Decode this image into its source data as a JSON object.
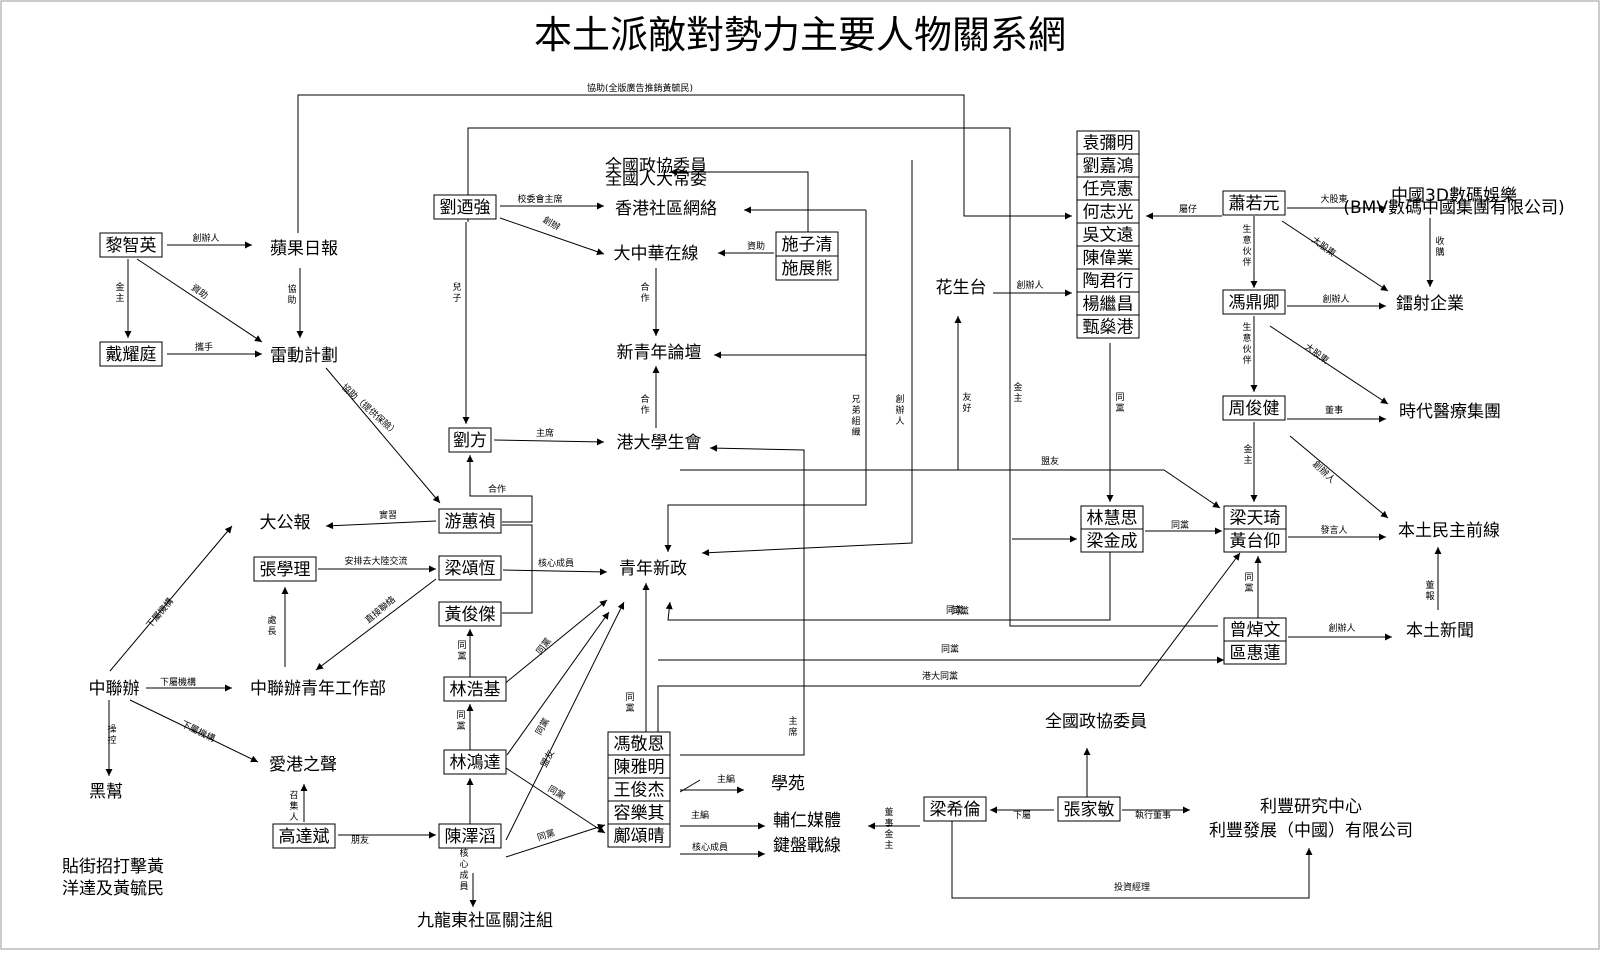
{
  "title": "本土派敵對勢力主要人物關系網",
  "nodes": {
    "n1": [
      "黎智英"
    ],
    "n2": [
      "蘋果日報"
    ],
    "n3": [
      "戴耀庭"
    ],
    "n4": [
      "雷動計劃"
    ],
    "n5": [
      "劉迺強"
    ],
    "n6": [
      "全國政協委員",
      "全國人大常委"
    ],
    "n7": [
      "香港社區網絡"
    ],
    "n8": [
      "大中華在線"
    ],
    "n9": [
      "施子清",
      "施展熊"
    ],
    "n10": [
      "新青年論壇"
    ],
    "n11": [
      "劉方"
    ],
    "n12": [
      "港大學生會"
    ],
    "n13": [
      "大公報"
    ],
    "n14": [
      "游蕙禎"
    ],
    "n15": [
      "張學理"
    ],
    "n16": [
      "梁頌恆"
    ],
    "n17": [
      "青年新政"
    ],
    "n18": [
      "黃俊傑"
    ],
    "n19": [
      "林浩基"
    ],
    "n20": [
      "中聯辦"
    ],
    "n21": [
      "中聯辦青年工作部"
    ],
    "n22": [
      "林鴻達"
    ],
    "n23": [
      "愛港之聲"
    ],
    "n24": [
      "黑幫"
    ],
    "n25": [
      "高達斌"
    ],
    "n26": [
      "陳澤滔"
    ],
    "n27": [
      "貼街招打擊黃",
      "洋達及黃毓民"
    ],
    "n28": [
      "九龍東社區關注組"
    ],
    "n29": [
      "馮敬恩",
      "陳雅明",
      "王俊杰",
      "容樂其",
      "鄺頌晴"
    ],
    "n30": [
      "學苑"
    ],
    "n31": [
      "輔仁媒體"
    ],
    "n32": [
      "鍵盤戰線"
    ],
    "n33": [
      "花生台"
    ],
    "n34": [
      "袁彌明",
      "劉嘉鴻",
      "任亮憲",
      "何志光",
      "吳文遠",
      "陳偉業",
      "陶君行",
      "楊繼昌",
      "甄燊港"
    ],
    "n35": [
      "蕭若元"
    ],
    "n36": [
      "中國3D數碼娛樂",
      "(BMV數碼中國集團有限公司)"
    ],
    "n37": [
      "馮鼎卿"
    ],
    "n38": [
      "鐳射企業"
    ],
    "n39": [
      "周俊健"
    ],
    "n40": [
      "時代醫療集團"
    ],
    "n41": [
      "林慧思",
      "梁金成"
    ],
    "n42": [
      "梁天琦",
      "黃台仰"
    ],
    "n43": [
      "本土民主前線"
    ],
    "n44": [
      "曾焯文",
      "區惠蓮"
    ],
    "n45": [
      "本土新聞"
    ],
    "n46": [
      "全國政協委員"
    ],
    "n47": [
      "梁希倫"
    ],
    "n48": [
      "張家敏"
    ],
    "n49": [
      "利豐研究中心",
      "利豐發展（中國）有限公司"
    ]
  },
  "edge_labels": {
    "e1": "協助(全版廣告推銷黃毓民)",
    "e2": "創辦人",
    "e3": "金主",
    "e4": "資助",
    "e5": "協助",
    "e6": "攜手",
    "e7": "協助（提供保險）",
    "e8": "校委會主席",
    "e9": "創辦",
    "e10": "資助",
    "e11": "合作",
    "e12": "兒子",
    "e13": "主席",
    "e14": "合作",
    "e15": "兄弟組織",
    "e16": "創辦人",
    "e17": "實習",
    "e18": "合作",
    "e19": "安排去大陸交流",
    "e20": "核心成員",
    "e21": "處長",
    "e22": "直接聯絡",
    "e23": "同黨",
    "e24": "下屬機構",
    "e25": "下屬機構",
    "e26": "操控",
    "e27": "下屬機構",
    "e28": "同黨",
    "e29": "同黨",
    "e30": "召集人",
    "e31": "同黨",
    "e32": "朋友",
    "e33": "核心成員",
    "e34": "同黨",
    "e35": "盟友",
    "e36": "同黨",
    "e37": "同黨",
    "e38": "同黨",
    "e39": "主席",
    "e40": "主編",
    "e41": "主編",
    "e42": "核心成員",
    "e43": "下屬",
    "e44": "董事金主",
    "e45": "執行董事",
    "e46": "投資經理",
    "e47": "創辦人",
    "e48": "友好",
    "e49": "金主",
    "e50": "盟友",
    "e51": "同黨",
    "e52": "同黨",
    "e53": "同黨",
    "e54": "同黨",
    "e55": "港大同黨",
    "e56": "屬仔",
    "e57": "大股東",
    "e58": "收購",
    "e59": "生意伙伴",
    "e60": "大股東",
    "e61": "創辦人",
    "e62": "生意伙伴",
    "e63": "大股東",
    "e64": "董事",
    "e65": "金主",
    "e66": "創辦人",
    "e67": "發言人",
    "e68": "同黨",
    "e69": "創辦人",
    "e70": "董報"
  }
}
